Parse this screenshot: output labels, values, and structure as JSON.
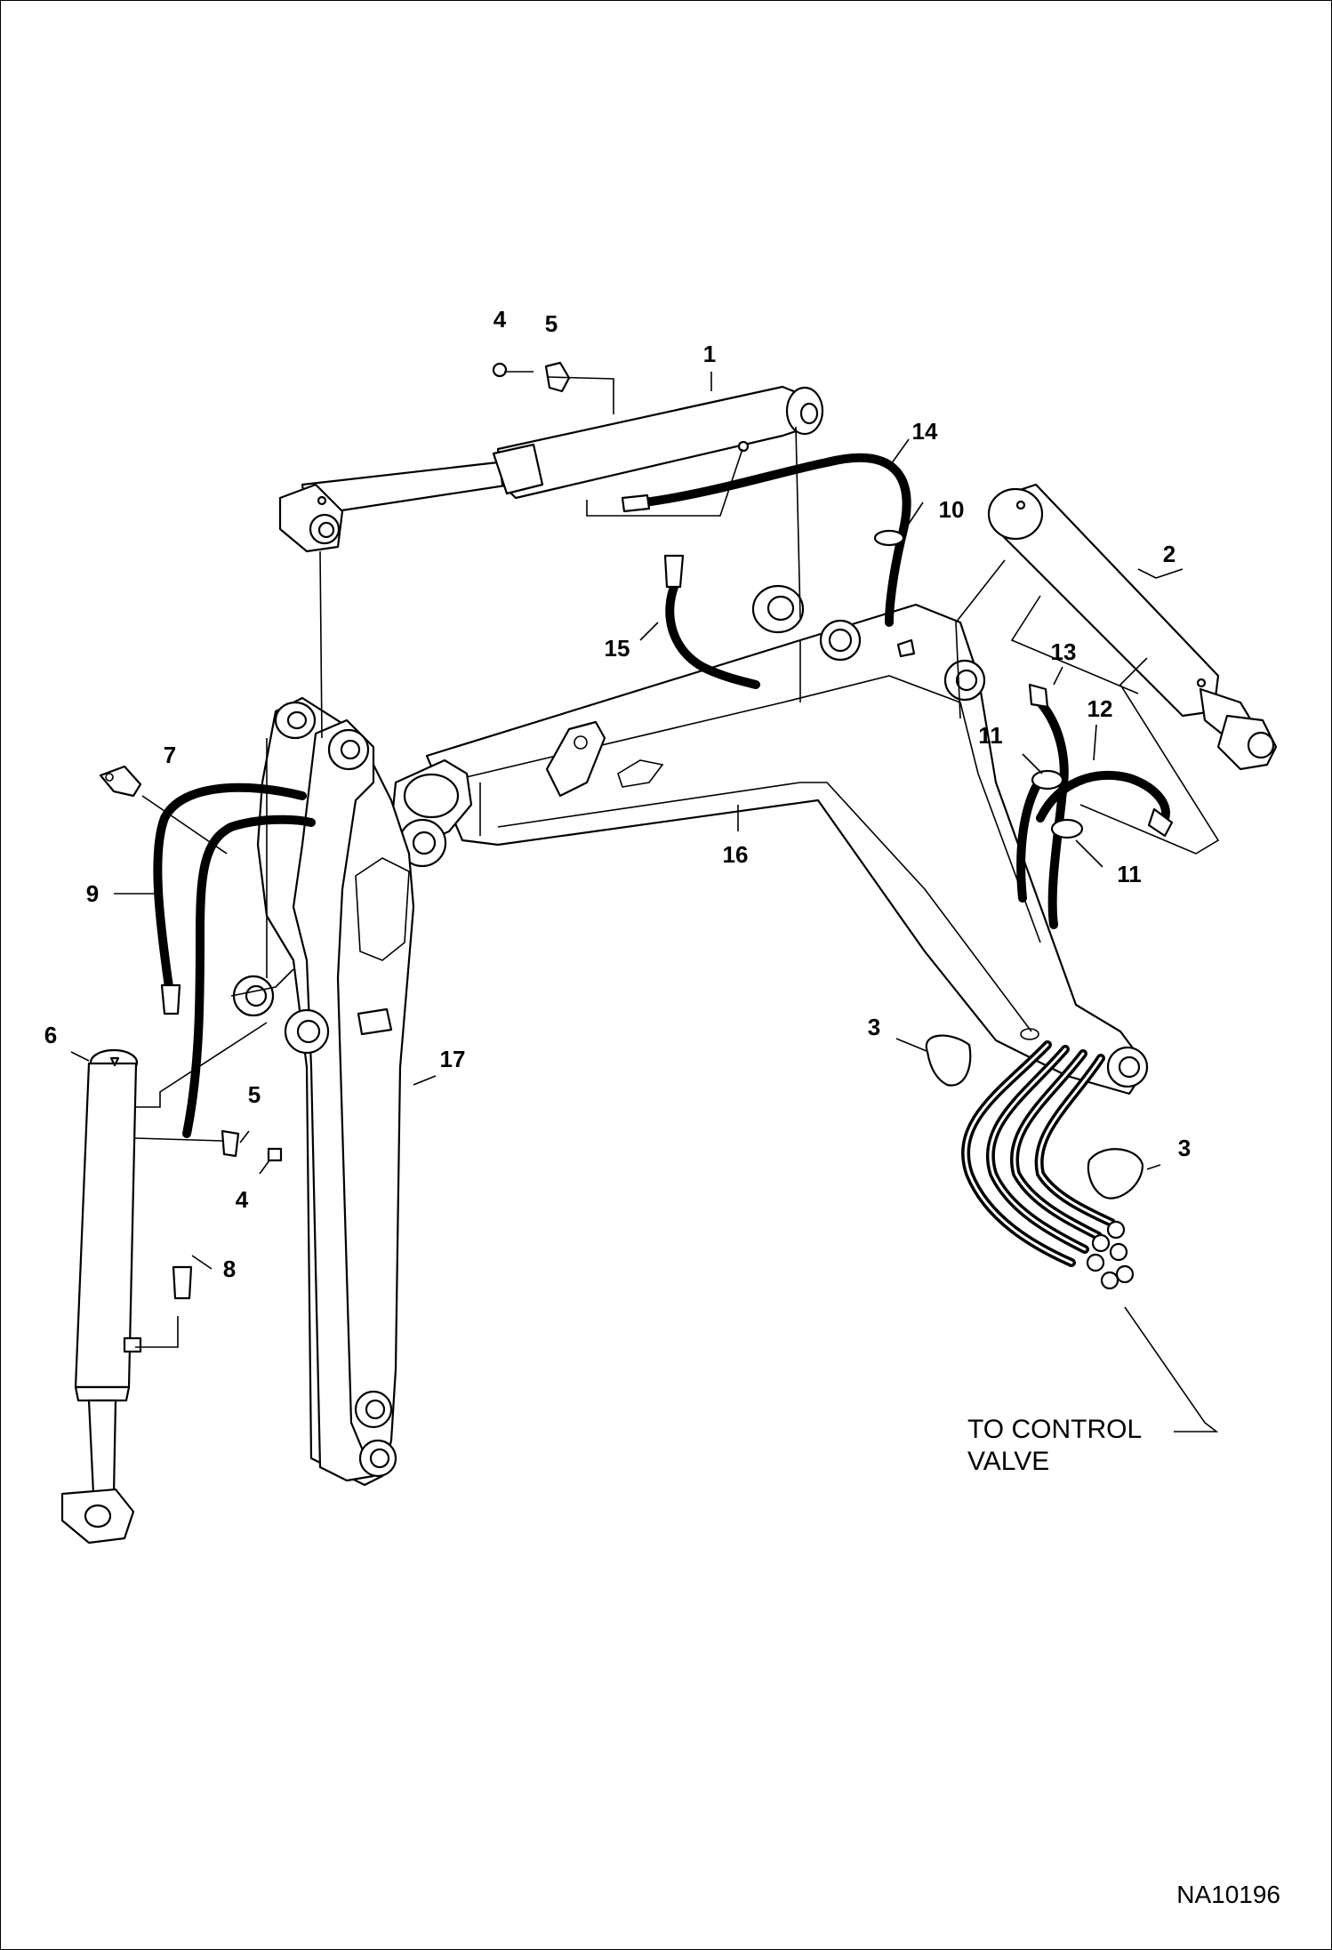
{
  "callouts": {
    "c1": "1",
    "c2": "2",
    "c3a": "3",
    "c3b": "3",
    "c4a": "4",
    "c4b": "4",
    "c5a": "5",
    "c5b": "5",
    "c6": "6",
    "c7": "7",
    "c8": "8",
    "c9": "9",
    "c10": "10",
    "c11a": "11",
    "c11b": "11",
    "c12": "12",
    "c13": "13",
    "c14": "14",
    "c15": "15",
    "c16": "16",
    "c17": "17"
  },
  "note": {
    "line1": "TO CONTROL",
    "line2": "VALVE"
  },
  "figure_ref": "NA10196"
}
